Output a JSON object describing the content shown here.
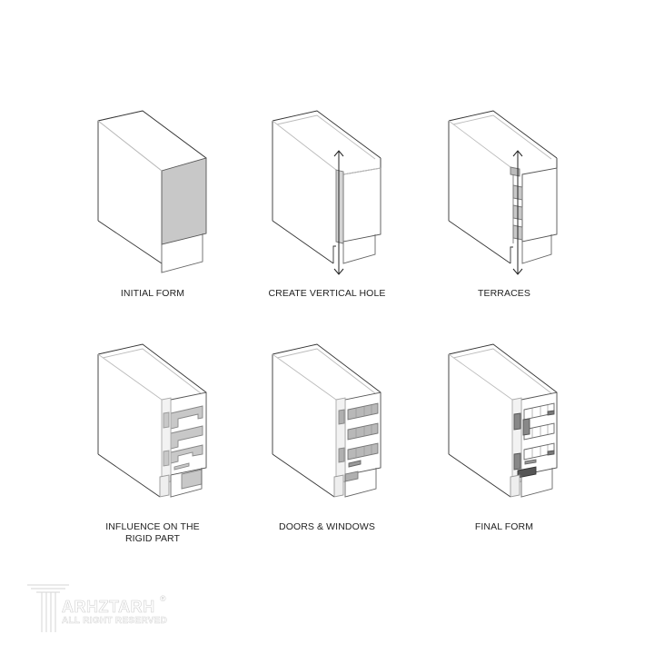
{
  "diagram": {
    "layout": "3x2 grid of isometric massing diagrams",
    "colors": {
      "background": "#ffffff",
      "line": "#333333",
      "light_line": "#bbbbbb",
      "fill_gray": "#c8c8c8",
      "fill_dark": "#777777"
    },
    "panels": [
      {
        "id": 1,
        "label": "INITIAL FORM"
      },
      {
        "id": 2,
        "label": "CREATE VERTICAL HOLE"
      },
      {
        "id": 3,
        "label": "TERRACES"
      },
      {
        "id": 4,
        "label_line1": "INFLUENCE ON THE",
        "label_line2": "RIGID PART"
      },
      {
        "id": 5,
        "label": "DOORS & WINDOWS"
      },
      {
        "id": 6,
        "label": "FINAL FORM"
      }
    ]
  },
  "watermark": {
    "brand": "ARHZTARH",
    "tagline": "ALL RIGHT RESERVED",
    "registered": "®"
  }
}
